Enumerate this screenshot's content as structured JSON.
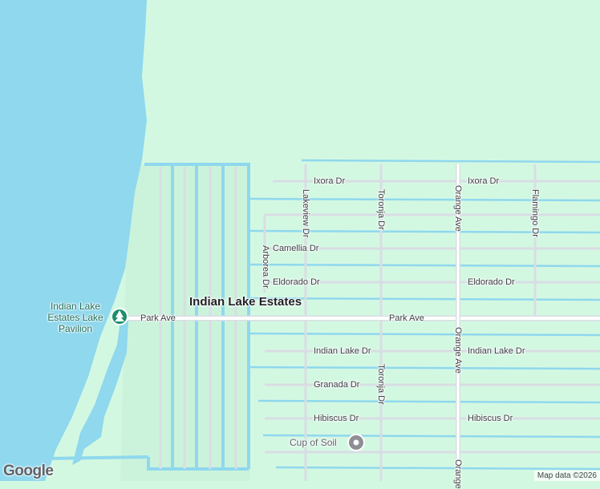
{
  "map": {
    "place_name": "Indian Lake Estates",
    "colors": {
      "land": "#d3f8e2",
      "park_land": "#c4f0d6",
      "water": "#8fd8ee",
      "canal": "#8fd8ee",
      "road": "#ffffff",
      "road_edge": "#d9dde3",
      "label": "#3c4043",
      "poi_green": "#1e8e6b",
      "poi_gray": "#8d8f94"
    },
    "streets": {
      "ixora_1": "Ixora Dr",
      "ixora_2": "Ixora Dr",
      "camellia": "Camellia Dr",
      "eldorado_1": "Eldorado Dr",
      "eldorado_2": "Eldorado Dr",
      "park_ave_1": "Park Ave",
      "park_ave_2": "Park Ave",
      "indian_lake_1": "Indian Lake Dr",
      "indian_lake_2": "Indian Lake Dr",
      "granada": "Granada Dr",
      "hibiscus_1": "Hibiscus Dr",
      "hibiscus_2": "Hibiscus Dr",
      "lakeview": "Lakeview Dr",
      "toronja_1": "Toronja Dr",
      "toronja_2": "Toronja Dr",
      "orange_1": "Orange Ave",
      "orange_2": "Orange Ave",
      "orange_3": "Orange",
      "flamingo": "Flamingo Dr",
      "arborea": "Arborea Dr"
    },
    "pois": {
      "pavilion": {
        "label_line1": "Indian Lake",
        "label_line2": "Estates Lake",
        "label_line3": "Pavilion",
        "icon": "tree-icon"
      },
      "cafe": {
        "label": "Cup of Soil",
        "icon": "pin-icon"
      }
    },
    "branding": {
      "logo": "Google",
      "attribution": "Map data ©2026"
    }
  }
}
